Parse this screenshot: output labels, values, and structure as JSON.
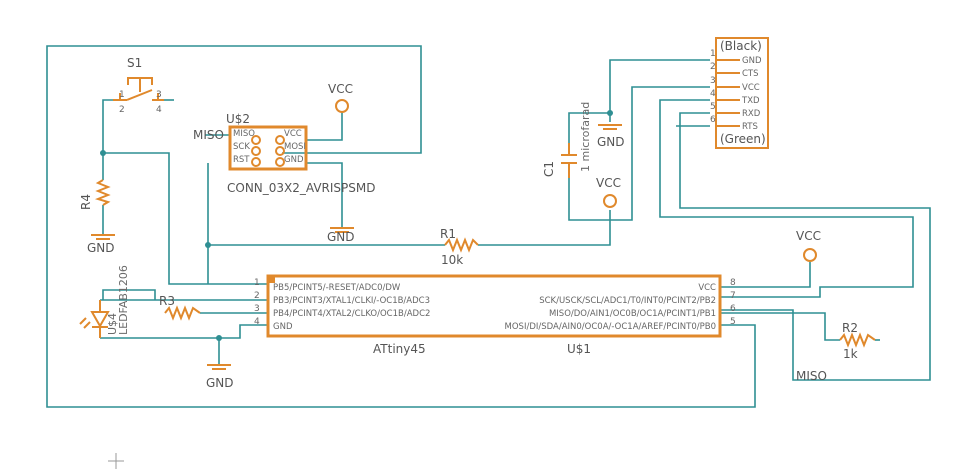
{
  "switch": {
    "name": "S1",
    "pins": [
      "1",
      "2",
      "3",
      "4"
    ]
  },
  "isp": {
    "name": "U$2",
    "value": "CONN_03X2_AVRISPSMD",
    "left_pins": [
      "MISO",
      "SCK",
      "RST"
    ],
    "right_pins": [
      "VCC",
      "MOSI",
      "GND"
    ]
  },
  "ftdi": {
    "top_label": "(Black)",
    "bottom_label": "(Green)",
    "pins": [
      "GND",
      "CTS",
      "VCC",
      "TXD",
      "RXD",
      "RTS"
    ],
    "pin_numbers": [
      "1",
      "2",
      "3",
      "4",
      "5",
      "6"
    ]
  },
  "mcu": {
    "name": "U$1",
    "value": "ATtiny45",
    "left_pins": [
      "PB5/PCINT5/-RESET/ADC0/DW",
      "PB3/PCINT3/XTAL1/CLKI/-OC1B/ADC3",
      "PB4/PCINT4/XTAL2/CLKO/OC1B/ADC2",
      "GND"
    ],
    "left_nums": [
      "1",
      "2",
      "3",
      "4"
    ],
    "right_pins": [
      "VCC",
      "SCK/USCK/SCL/ADC1/T0/INT0/PCINT2/PB2",
      "MISO/DO/AIN1/OC0B/OC1A/PCINT1/PB1",
      "MOSI/DI/SDA/AIN0/OC0A/-OC1A/AREF/PCINT0/PB0"
    ],
    "right_nums": [
      "8",
      "7",
      "6",
      "5"
    ]
  },
  "resistors": {
    "r1": {
      "name": "R1",
      "value": "10k"
    },
    "r2": {
      "name": "R2",
      "value": "1k"
    },
    "r3": {
      "name": "R3"
    },
    "r4": {
      "name": "R4"
    }
  },
  "capacitor": {
    "name": "C1",
    "value": "1 microfarad"
  },
  "led": {
    "name": "U$4",
    "value": "LEDFAB1206"
  },
  "labels": {
    "vcc": "VCC",
    "gnd": "GND",
    "miso": "MISO"
  },
  "colors": {
    "wire": "#2f8f93",
    "part": "#e0892c",
    "text": "#666666"
  }
}
